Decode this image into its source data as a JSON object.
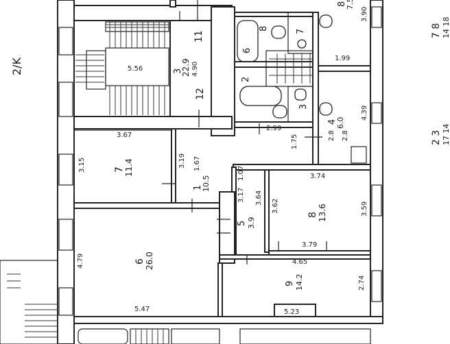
{
  "plan": {
    "outside_labels": {
      "left": "2/K",
      "right_top": "7 8",
      "right_top_sub": "14 18",
      "right_mid": "2 3",
      "right_mid_sub": "17 14"
    },
    "rooms": {
      "stair": {
        "number": "3",
        "area": "22.9",
        "d1": "5.56",
        "d2": "4.90",
        "step_a": "11",
        "step_b": "12"
      },
      "r7": {
        "number": "7",
        "area": "11.4",
        "w": "3.67",
        "h": "3.15"
      },
      "r1": {
        "number": "1",
        "area": "10.5",
        "w": "1.67",
        "h": "3.19"
      },
      "r5": {
        "number": "5",
        "area": "3.9",
        "w": "1.07",
        "h": "3.64"
      },
      "r8": {
        "number": "8",
        "area": "13.6",
        "w": "3.74",
        "h": "3.62",
        "w2": "3.79",
        "h2": "3.59"
      },
      "r6": {
        "number": "6",
        "area": "26.0",
        "w": "5.47",
        "h": "4.79"
      },
      "r9": {
        "number": "9",
        "area": "14.2",
        "w": "4.65",
        "h": "2.74",
        "w2": "5.23"
      },
      "r4": {
        "number": "4",
        "area": "6.0",
        "w": "2.8",
        "h": "4.39"
      },
      "hall": {
        "w": "2.99",
        "h": "1.75"
      },
      "bath": {
        "number": "2"
      },
      "wc": {
        "number": "3"
      },
      "top_right": {
        "number": "8",
        "area": "7.5",
        "w": "1.99",
        "h": "3.90"
      },
      "top_small": {
        "a": "8",
        "b": "7",
        "c": "6"
      },
      "misc": {
        "d1": "3.17",
        "d2": "2.8"
      }
    }
  }
}
